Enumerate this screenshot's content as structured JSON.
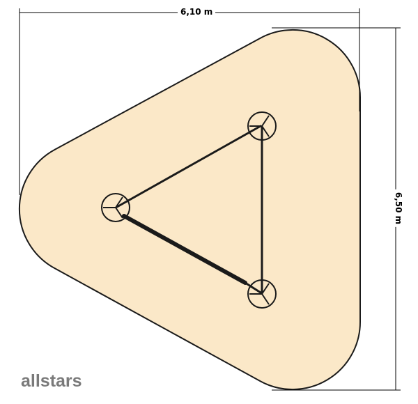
{
  "dimensions": {
    "width_label": "6,10 m",
    "height_label": "6,50 m"
  },
  "brand": "allstars",
  "colors": {
    "safety_area": "#fbe8c8",
    "outline": "#1a1a1a",
    "logo": "#7a7a7a"
  }
}
